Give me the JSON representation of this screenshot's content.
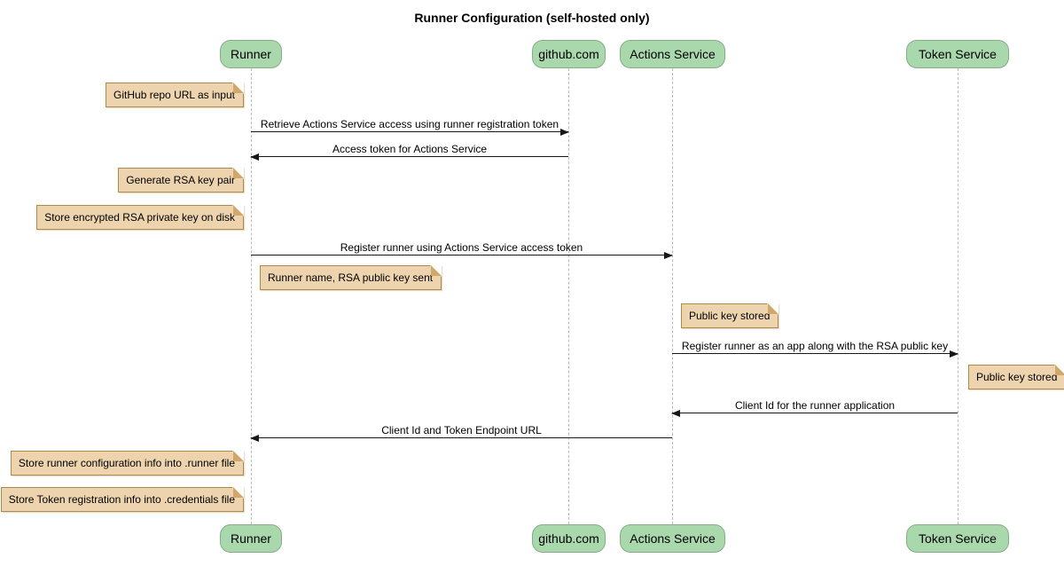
{
  "title": "Runner Configuration (self-hosted only)",
  "diagram_type": "sequence",
  "participants": [
    {
      "id": "runner",
      "label": "Runner"
    },
    {
      "id": "github",
      "label": "github.com"
    },
    {
      "id": "actions",
      "label": "Actions Service"
    },
    {
      "id": "token",
      "label": "Token Service"
    }
  ],
  "messages": [
    {
      "from": "Runner",
      "to": "github.com",
      "direction": "right",
      "label": "Retrieve Actions Service access using runner registration token"
    },
    {
      "from": "github.com",
      "to": "Runner",
      "direction": "left",
      "label": "Access token for Actions Service"
    },
    {
      "from": "Runner",
      "to": "Actions Service",
      "direction": "right",
      "label": "Register runner using Actions Service access token"
    },
    {
      "from": "Actions Service",
      "to": "Token Service",
      "direction": "right",
      "label": "Register runner as an app along with the RSA public key"
    },
    {
      "from": "Token Service",
      "to": "Actions Service",
      "direction": "left",
      "label": "Client Id for the runner application"
    },
    {
      "from": "Actions Service",
      "to": "Runner",
      "direction": "left",
      "label": "Client Id and Token Endpoint URL"
    }
  ],
  "notes": [
    {
      "text": "GitHub repo URL as input",
      "position": "left of Runner"
    },
    {
      "text": "Generate RSA key pair",
      "position": "left of Runner"
    },
    {
      "text": "Store encrypted RSA private key on disk",
      "position": "left of Runner"
    },
    {
      "text": "Runner name, RSA public key sent",
      "position": "right of Runner"
    },
    {
      "text": "Public key stored",
      "position": "right of Actions Service"
    },
    {
      "text": "Public key stored",
      "position": "right of Token Service"
    },
    {
      "text": "Store runner configuration info into .runner file",
      "position": "left of Runner"
    },
    {
      "text": "Store Token registration info into .credentials file",
      "position": "left of Runner"
    }
  ],
  "colors": {
    "background": "#FFFFFF",
    "participant_fill": "#A9D8AC",
    "participant_border": "#86AC88",
    "note_fill": "#EDD4AE",
    "note_border": "#AD8A46",
    "note_fold": "#D2A76B",
    "lifeline": "#BBBBBB",
    "arrow": "#181818"
  }
}
